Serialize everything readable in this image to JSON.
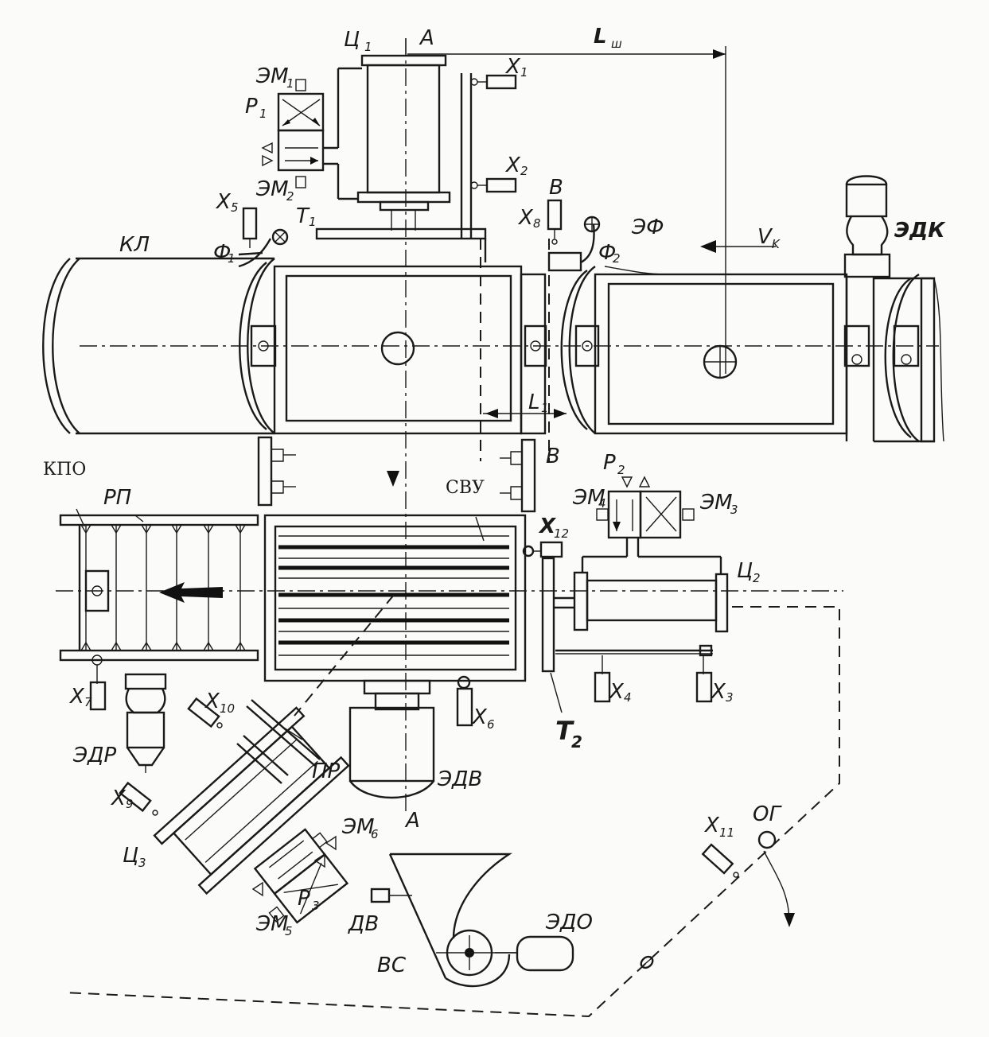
{
  "labels": {
    "c1": "Ц",
    "c1_sub": "1",
    "a_top": "A",
    "l_ш": "L",
    "l_ш_sub": "ш",
    "x1": "X",
    "x1_sub": "1",
    "em1": "ЭМ",
    "em1_sub": "1",
    "r1": "Р",
    "r1_sub": "1",
    "x2": "X",
    "x2_sub": "2",
    "em2": "ЭМ",
    "em2_sub": "2",
    "b_top": "B",
    "x5": "X",
    "x5_sub": "5",
    "t1": "T",
    "t1_sub": "1",
    "x8": "X",
    "x8_sub": "8",
    "ef": "ЭФ",
    "vk": "V",
    "vk_sub": "K",
    "edk": "ЭДК",
    "kl": "КЛ",
    "f1": "Ф",
    "f1_sub": "1",
    "f2": "Ф",
    "f2_sub": "2",
    "l1": "L",
    "l1_sub": "1",
    "b_mid": "B",
    "kpo": "КПО",
    "rp": "РП",
    "svu": "СВУ",
    "p2": "Р",
    "p2_sub": "2",
    "em4": "ЭМ",
    "em4_sub": "4",
    "em3": "ЭМ",
    "em3_sub": "3",
    "x12": "X",
    "x12_sub": "12",
    "c2": "Ц",
    "c2_sub": "2",
    "x4": "X",
    "x4_sub": "4",
    "x3": "X",
    "x3_sub": "3",
    "x7": "X",
    "x7_sub": "7",
    "x10": "X",
    "x10_sub": "10",
    "x6": "X",
    "x6_sub": "6",
    "t2": "T",
    "t2_sub": "2",
    "edr": "ЭДР",
    "pr": "ПР",
    "edv": "ЭДВ",
    "x9": "X",
    "x9_sub": "9",
    "a_bot": "A",
    "em6": "ЭМ",
    "em6_sub": "6",
    "x11": "X",
    "x11_sub": "11",
    "og": "ОГ",
    "c3": "Ц",
    "c3_sub": "3",
    "p3": "Р",
    "p3_sub": "3",
    "em5": "ЭМ",
    "em5_sub": "5",
    "dv": "ДВ",
    "edo": "ЭДО",
    "vs": "ВС"
  },
  "colors": {
    "ink": "#1a1a1a",
    "paper": "#fbfbf9"
  }
}
